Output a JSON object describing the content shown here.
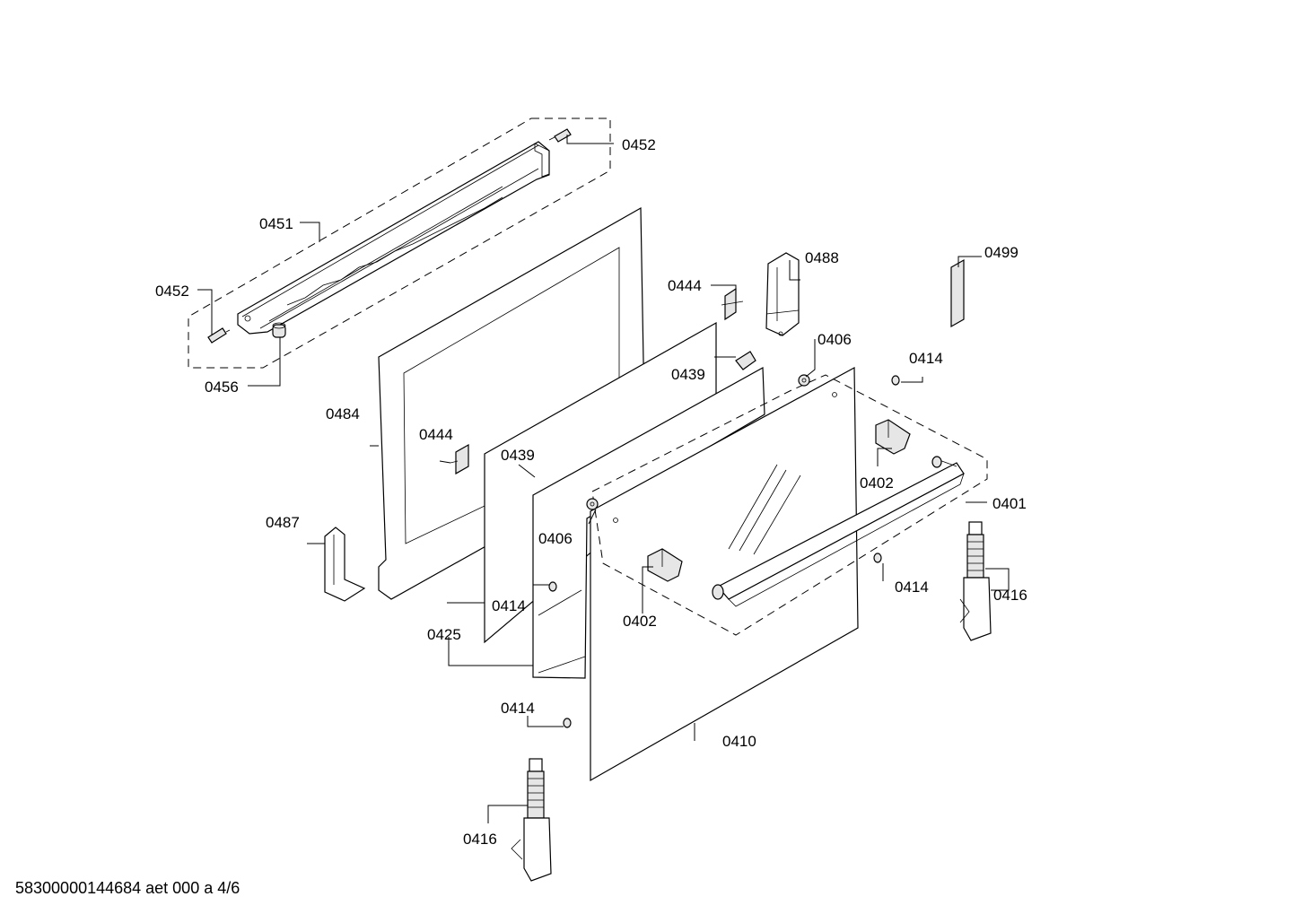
{
  "diagram": {
    "labels": {
      "l0452a": "0452",
      "l0451": "0451",
      "l0452b": "0452",
      "l0456": "0456",
      "l0484": "0484",
      "l0444a": "0444",
      "l0439a": "0439",
      "l0487": "0487",
      "l0444b": "0444",
      "l0439b": "0439",
      "l0488": "0488",
      "l0499": "0499",
      "l0406a": "0406",
      "l0414a": "0414",
      "l0402a": "0402",
      "l0401": "0401",
      "l0406b": "0406",
      "l0414b": "0414",
      "l0425": "0425",
      "l0402b": "0402",
      "l0414c": "0414",
      "l0416a": "0416",
      "l0414d": "0414",
      "l0410": "0410",
      "l0416b": "0416"
    }
  },
  "footer": "58300000144684 aet 000 a 4/6"
}
